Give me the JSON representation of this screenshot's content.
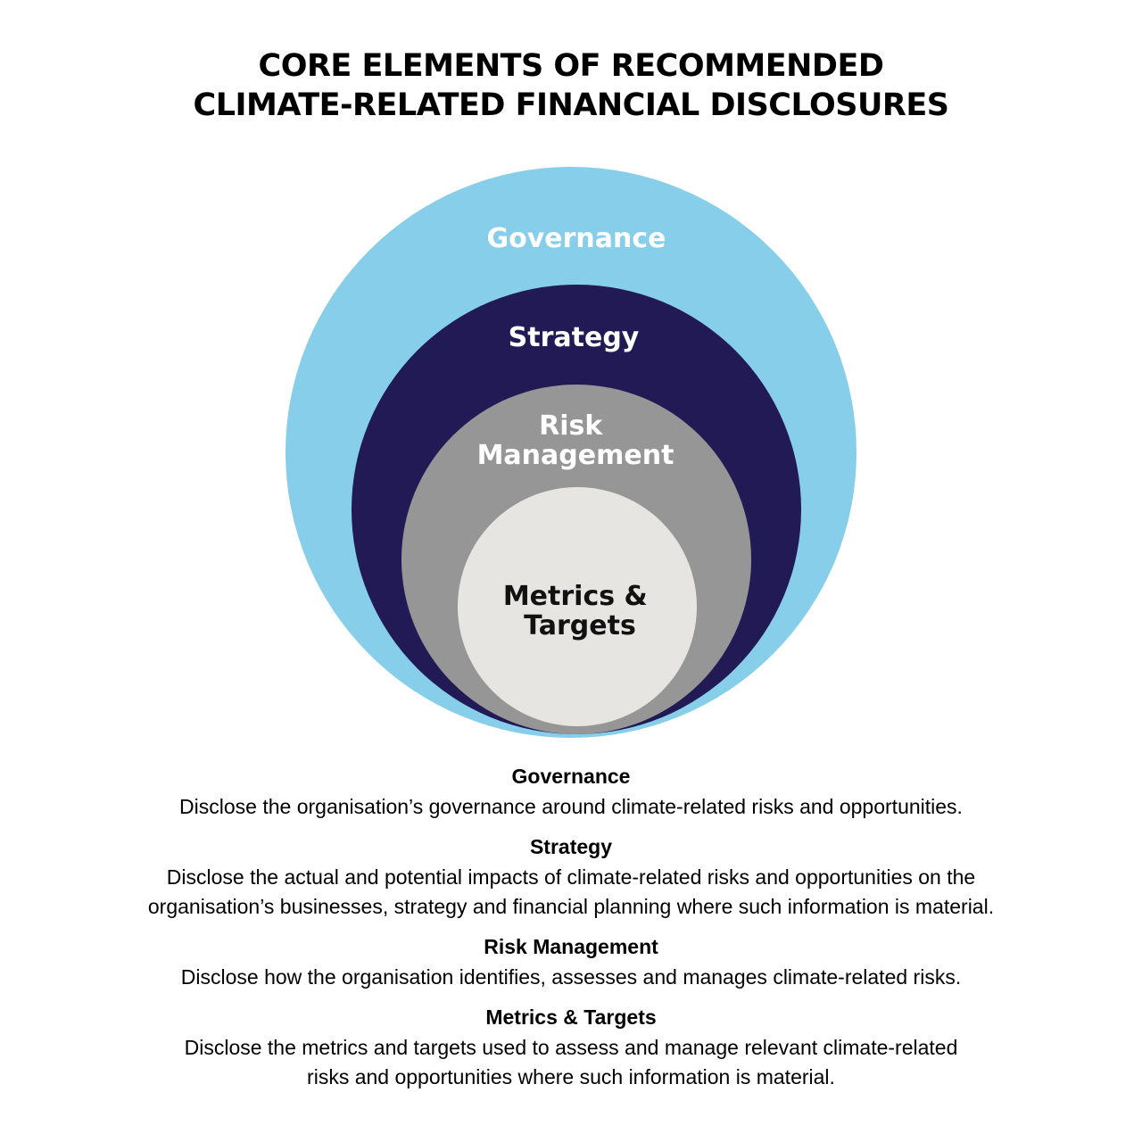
{
  "title": {
    "line1": "CORE ELEMENTS OF RECOMMENDED",
    "line2": "CLIMATE-RELATED FINANCIAL DISCLOSURES"
  },
  "rings": [
    {
      "label": [
        "Governance"
      ],
      "color": "#87ceeb"
    },
    {
      "label": [
        "Strategy"
      ],
      "color": "#211a55"
    },
    {
      "label": [
        "Risk",
        "Management"
      ],
      "color": "#969696"
    },
    {
      "label": [
        "Metrics &",
        "Targets"
      ],
      "color": "#e6e5e1"
    }
  ],
  "label_colors": {
    "light": "#ffffff",
    "dark": "#111111"
  },
  "descriptions": [
    {
      "heading": "Governance",
      "text": "Disclose the organisation’s governance around climate-related risks and opportunities."
    },
    {
      "heading": "Strategy",
      "text": "Disclose the actual and potential impacts of climate-related risks and opportunities on the organisation’s businesses, strategy and financial planning where such information is material."
    },
    {
      "heading": "Risk Management",
      "text": "Disclose how the organisation identifies, assesses and manages climate-related risks."
    },
    {
      "heading": "Metrics & Targets",
      "text": "Disclose the metrics and targets used to assess and manage relevant climate-related risks and opportunities where such information is material."
    }
  ]
}
